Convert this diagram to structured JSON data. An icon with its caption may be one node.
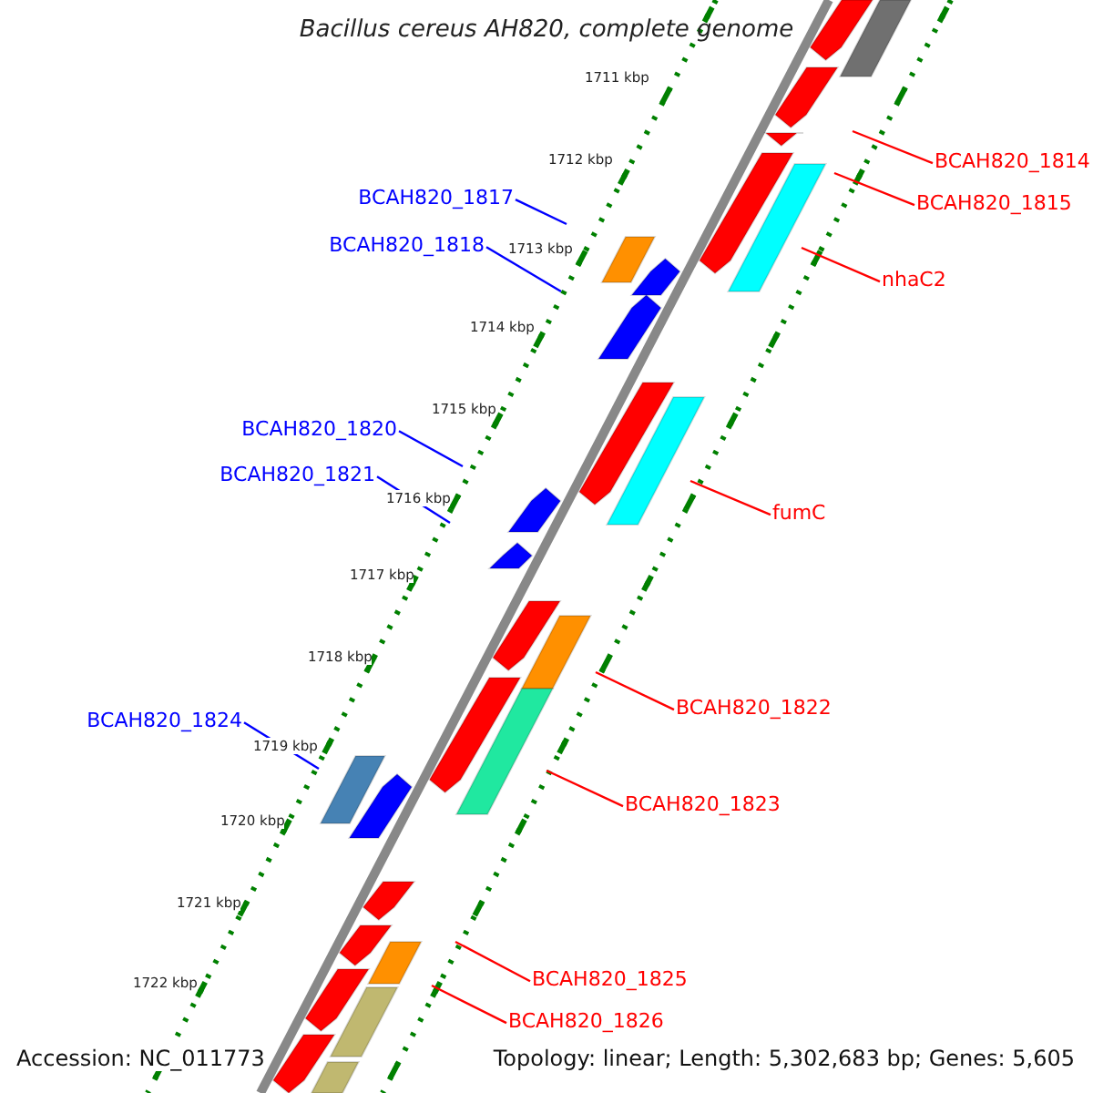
{
  "diagram": {
    "title": "Bacillus cereus AH820, complete genome",
    "nodes": [
      {
        "text": [
          "BCAH820_1814"
        ]
      },
      {
        "text": [
          "BCAH820_1815"
        ]
      },
      {
        "text": [
          "nhaC2"
        ]
      },
      {
        "text": [
          "BCAH820_1817"
        ]
      },
      {
        "text": [
          "BCAH820_1818"
        ]
      },
      {
        "text": [
          "BCAH820_1820"
        ]
      },
      {
        "text": [
          "BCAH820_1821"
        ]
      },
      {
        "text": [
          "fumC"
        ]
      },
      {
        "text": [
          "BCAH820_1822"
        ]
      },
      {
        "text": [
          "BCAH820_1823"
        ]
      },
      {
        "text": [
          "BCAH820_1824"
        ]
      },
      {
        "text": [
          "BCAH820_1825"
        ]
      },
      {
        "text": [
          "BCAH820_1826"
        ]
      }
    ],
    "edges": [
      {
        "from": 0,
        "to": null,
        "arrow": "none"
      },
      {
        "from": 1,
        "to": null,
        "arrow": "none"
      },
      {
        "from": 2,
        "to": null,
        "arrow": "none"
      },
      {
        "from": 3,
        "to": null,
        "arrow": "none",
        "color": "#0000ff"
      },
      {
        "from": 4,
        "to": null,
        "arrow": "none",
        "color": "#0000ff"
      },
      {
        "from": 5,
        "to": null,
        "arrow": "none",
        "color": "#0000ff"
      },
      {
        "from": 6,
        "to": null,
        "arrow": "none",
        "color": "#0000ff"
      },
      {
        "from": 7,
        "to": null,
        "arrow": "none"
      },
      {
        "from": 8,
        "to": null,
        "arrow": "none"
      },
      {
        "from": 9,
        "to": null,
        "arrow": "none"
      },
      {
        "from": 10,
        "to": null,
        "arrow": "none",
        "color": "#0000ff"
      },
      {
        "from": 11,
        "to": null,
        "arrow": "none"
      },
      {
        "from": 12,
        "to": null,
        "arrow": "none"
      }
    ],
    "labels": [
      "1711 kbp",
      "1712 kbp",
      "1713 kbp",
      "1714 kbp",
      "1715 kbp",
      "1716 kbp",
      "1717 kbp",
      "1718 kbp",
      "1719 kbp",
      "1720 kbp",
      "1721 kbp",
      "1722 kbp",
      "Accession: NC_011773",
      "Topology: linear; Length: 5,302,683 bp; Genes: 5,605"
    ]
  }
}
